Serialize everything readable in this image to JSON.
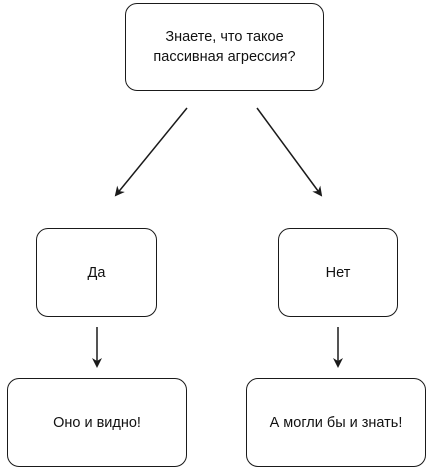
{
  "diagram": {
    "question": {
      "line1": "Знаете, что такое",
      "line2": "пассивная агрессия?"
    },
    "yes": "Да",
    "no": "Нет",
    "yes_result": "Оно и видно!",
    "no_result": "А могли бы и знать!"
  },
  "colors": {
    "stroke": "#1a1a1a",
    "background": "#ffffff"
  }
}
